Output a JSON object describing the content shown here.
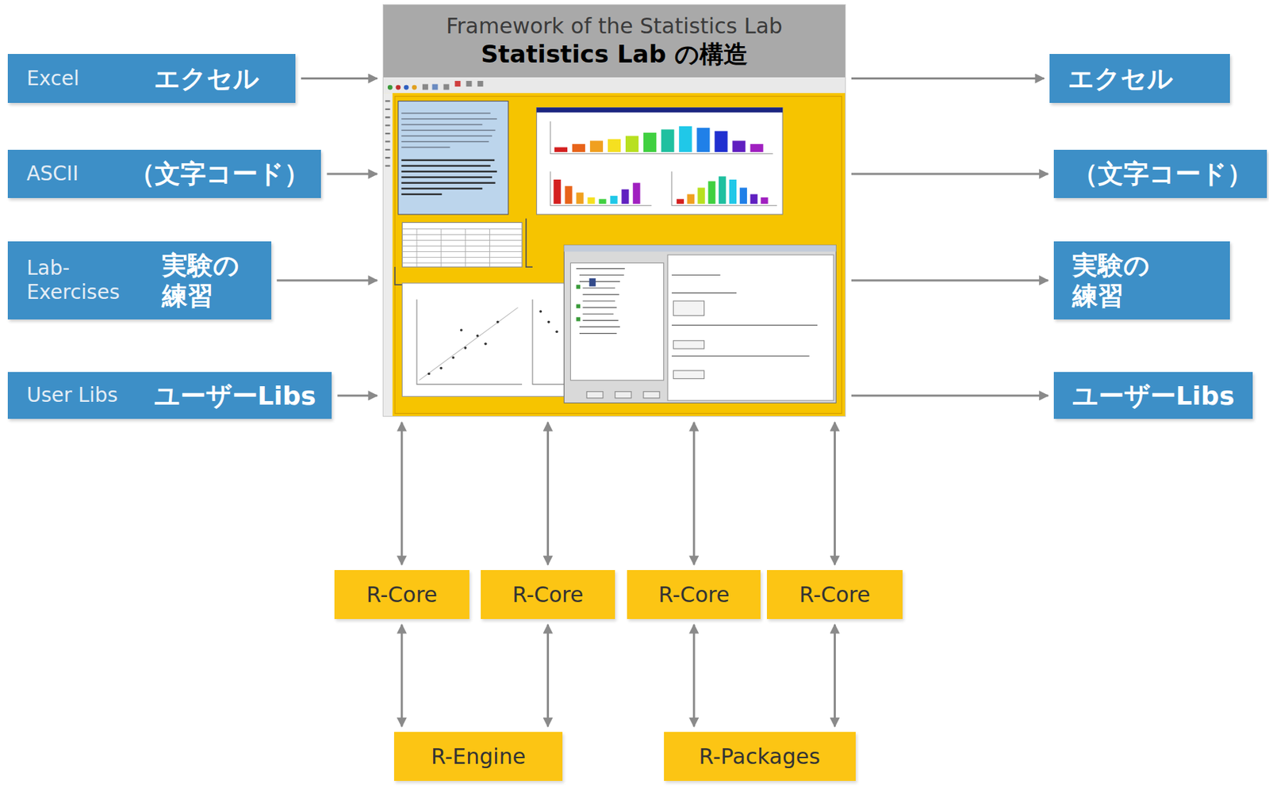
{
  "diagram": {
    "nodes": [
      {
        "text": [
          "Framework of the Statistics Lab",
          "Statistics Lab の構造"
        ]
      },
      {
        "text": [
          "Excel",
          "エクセル"
        ]
      },
      {
        "text": [
          "ASCII",
          "（文字コード）"
        ]
      },
      {
        "text": [
          "Lab- Exercises",
          "実験の 練習"
        ]
      },
      {
        "text": [
          "User Libs",
          "ユーザーLibs"
        ]
      },
      {
        "text": [
          "エクセル"
        ]
      },
      {
        "text": [
          "（文字コード）"
        ]
      },
      {
        "text": [
          "実験の 練習"
        ]
      },
      {
        "text": [
          "ユーザーLibs"
        ]
      },
      {
        "text": [
          "R-Core"
        ]
      },
      {
        "text": [
          "R-Core"
        ]
      },
      {
        "text": [
          "R-Core"
        ]
      },
      {
        "text": [
          "R-Core"
        ]
      },
      {
        "text": [
          "R-Engine"
        ]
      },
      {
        "text": [
          "R-Packages"
        ]
      }
    ],
    "edges": [
      {
        "from": 1,
        "to": 0,
        "arrow": "to"
      },
      {
        "from": 2,
        "to": 0,
        "arrow": "to"
      },
      {
        "from": 3,
        "to": 0,
        "arrow": "to"
      },
      {
        "from": 4,
        "to": 0,
        "arrow": "to"
      },
      {
        "from": 0,
        "to": 5,
        "arrow": "to"
      },
      {
        "from": 0,
        "to": 6,
        "arrow": "to"
      },
      {
        "from": 0,
        "to": 7,
        "arrow": "to"
      },
      {
        "from": 0,
        "to": 8,
        "arrow": "to"
      },
      {
        "from": 0,
        "to": 9,
        "arrow": "both"
      },
      {
        "from": 0,
        "to": 10,
        "arrow": "both"
      },
      {
        "from": 0,
        "to": 11,
        "arrow": "both"
      },
      {
        "from": 0,
        "to": 12,
        "arrow": "both"
      },
      {
        "from": 9,
        "to": 13,
        "arrow": "both"
      },
      {
        "from": 10,
        "to": 13,
        "arrow": "both"
      },
      {
        "from": 11,
        "to": 14,
        "arrow": "both"
      },
      {
        "from": 12,
        "to": 14,
        "arrow": "both"
      }
    ]
  }
}
